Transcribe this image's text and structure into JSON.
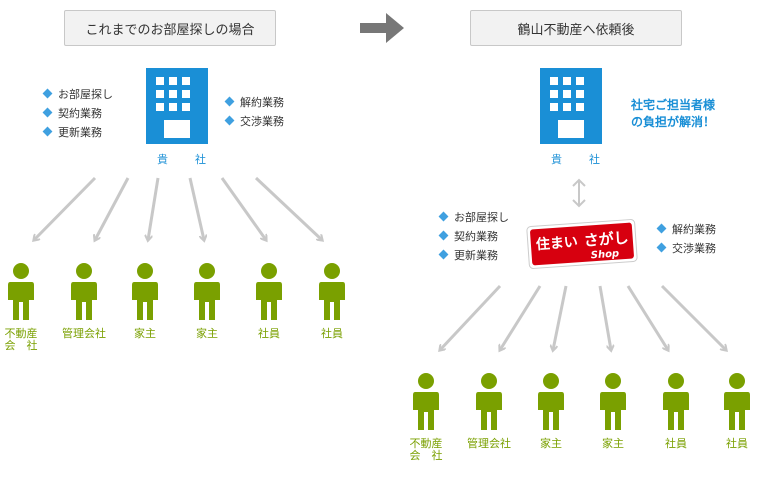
{
  "before": {
    "title": "これまでのお部屋探しの場合",
    "company_label": "貴　社",
    "left_tasks": [
      "お部屋探し",
      "契約業務",
      "更新業務"
    ],
    "right_tasks": [
      "解約業務",
      "交渉業務"
    ],
    "people": [
      "不動産\n会　社",
      "管理会社",
      "家主",
      "家主",
      "社員",
      "社員"
    ]
  },
  "after": {
    "title": "鶴山不動産へ依頼後",
    "company_label": "貴　社",
    "note_line1": "社宅ご担当者様",
    "note_line2": "の負担が解消！",
    "shop_logo_text_1": "住まい",
    "shop_logo_text_2": "さがし",
    "shop_logo_text_3": "Shop",
    "left_tasks": [
      "お部屋探し",
      "契約業務",
      "更新業務"
    ],
    "right_tasks": [
      "解約業務",
      "交渉業務"
    ],
    "people": [
      "不動産\n会　社",
      "管理会社",
      "家主",
      "家主",
      "社員",
      "社員"
    ]
  },
  "colors": {
    "building": "#1a8fd6",
    "person": "#7aa000",
    "arrow": "#c8c8c8",
    "logo_red": "#d7000f",
    "diamond": "#3fa0e0"
  }
}
